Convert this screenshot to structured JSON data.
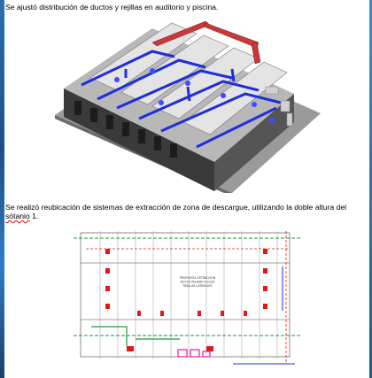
{
  "document": {
    "caption_1": "Se ajustó distribución de ductos y rejillas en auditorio y piscina.",
    "caption_2_part1": "Se realizó reubicación de sistemas de extracción de zona de descargue, utilizando la doble altura del ",
    "caption_2_word": "sótanio",
    "caption_2_part2": " 1."
  },
  "plan_notes": {
    "line_1": "PROPUESTA EXTRACCION",
    "line_2": "DUCTO PEGADO A LOSA",
    "line_3": "REJILLAS LATERALES"
  },
  "colors": {
    "duct_blue": "#1f2fd8",
    "duct_red": "#c83a3a",
    "plan_green": "#1a9a3a",
    "plan_red": "#e01818",
    "plan_magenta": "#e81ca8"
  }
}
